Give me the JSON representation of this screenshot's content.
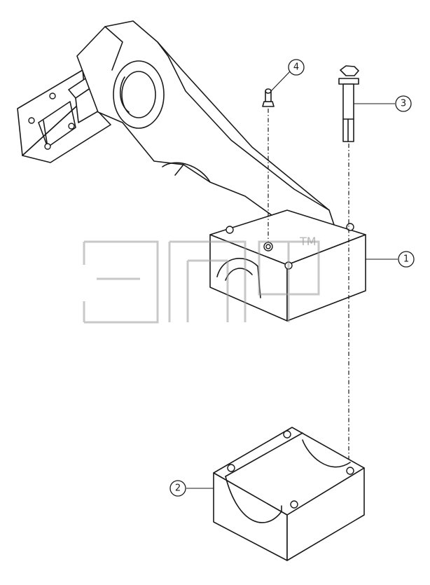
{
  "diagram": {
    "callouts": [
      {
        "id": "callout-1",
        "label": "1"
      },
      {
        "id": "callout-2",
        "label": "2"
      },
      {
        "id": "callout-3",
        "label": "3"
      },
      {
        "id": "callout-4",
        "label": "4"
      }
    ],
    "watermark": {
      "text": "ЭПФ",
      "trademark": "TM"
    }
  }
}
